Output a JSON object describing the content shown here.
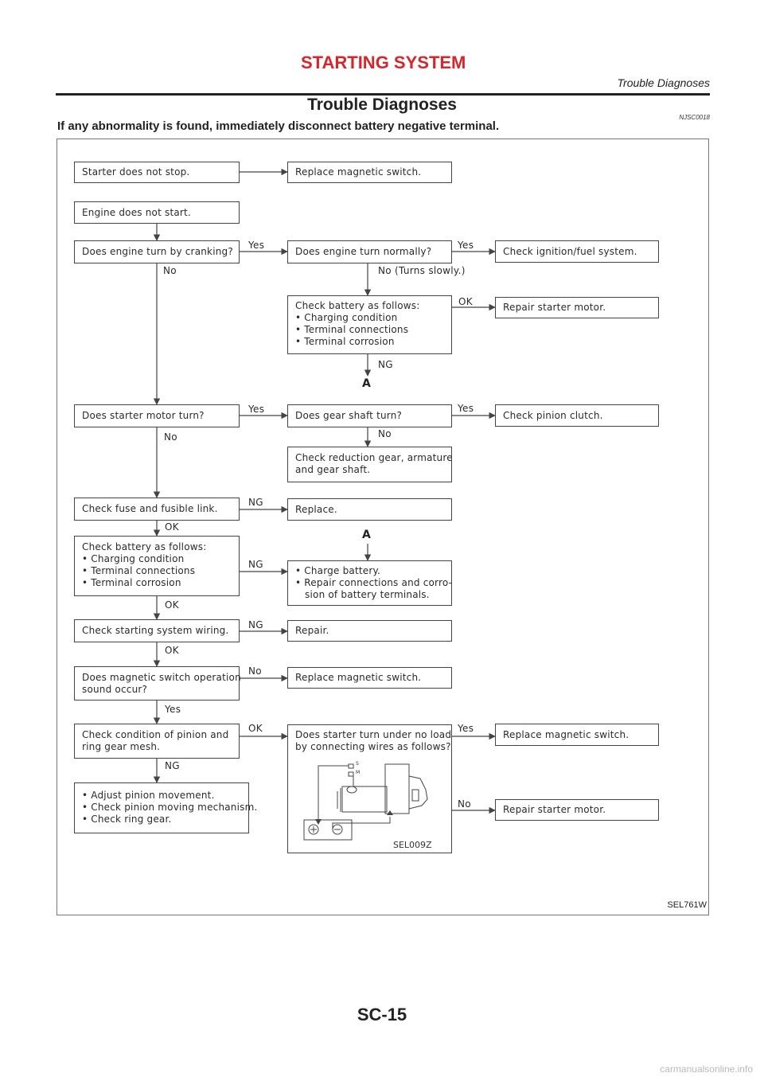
{
  "header": {
    "section": "STARTING SYSTEM",
    "subsection": "Trouble Diagnoses"
  },
  "title": "Trouble Diagnoses",
  "code": "NJSC0018",
  "warning": "If any abnormality is found, immediately disconnect battery negative terminal.",
  "figure_code": "SEL761W",
  "colors": {
    "section_title": "#d7262b",
    "text": "#222222"
  },
  "flow": {
    "b1": [
      "Starter does not stop."
    ],
    "b2": [
      "Replace magnetic switch."
    ],
    "b3": [
      "Engine does not start."
    ],
    "b4": [
      "Does engine turn by cranking?"
    ],
    "b5": [
      "Does engine turn normally?"
    ],
    "b6": [
      "Check ignition/fuel system."
    ],
    "b7": [
      "Check battery as follows:",
      "• Charging condition",
      "• Terminal connections",
      "• Terminal corrosion"
    ],
    "b8": [
      "Repair starter motor."
    ],
    "b9": [
      "Does starter motor turn?"
    ],
    "b10": [
      "Does gear shaft turn?"
    ],
    "b11": [
      "Check pinion clutch."
    ],
    "b12": [
      "Check reduction gear, armature",
      "and gear shaft."
    ],
    "b13": [
      "Check fuse and fusible link."
    ],
    "b14": [
      "Replace."
    ],
    "b15": [
      "Check battery as follows:",
      "• Charging condition",
      "• Terminal connections",
      "• Terminal corrosion"
    ],
    "b16": [
      "• Charge battery.",
      "• Repair connections and corro-",
      "   sion of battery terminals."
    ],
    "b17": [
      "Check starting system wiring."
    ],
    "b18": [
      "Repair."
    ],
    "b19": [
      "Does magnetic switch operation",
      "sound occur?"
    ],
    "b20": [
      "Replace magnetic switch."
    ],
    "b21": [
      "Check condition of pinion and",
      "ring gear mesh."
    ],
    "b22": [
      "Does starter turn under no load",
      "by connecting wires as follows?"
    ],
    "b23": [
      "Replace magnetic switch."
    ],
    "b24": [
      "Repair starter motor."
    ],
    "b25": [
      "• Adjust pinion movement.",
      "• Check pinion moving mechanism.",
      "• Check ring gear."
    ]
  },
  "labels": {
    "l1": "Yes",
    "l2": "Yes",
    "l3": "No",
    "l4": "No  (Turns slowly.)",
    "l5": "OK",
    "l6": "NG",
    "l7": "Yes",
    "l8": "Yes",
    "l9": "No",
    "l10": "No",
    "l11": "NG",
    "l12": "OK",
    "l13": "NG",
    "l14": "OK",
    "l15": "NG",
    "l16": "OK",
    "l17": "No",
    "l18": "Yes",
    "l19": "OK",
    "l20": "Yes",
    "l21": "NG",
    "l22": "No"
  },
  "markers": {
    "m1": "A",
    "m2": "A"
  },
  "starter_figure": {
    "code": "SEL009Z",
    "term_s": "S",
    "term_m": "M"
  },
  "page_number": "SC-15",
  "watermark": "carmanualsonline.info"
}
